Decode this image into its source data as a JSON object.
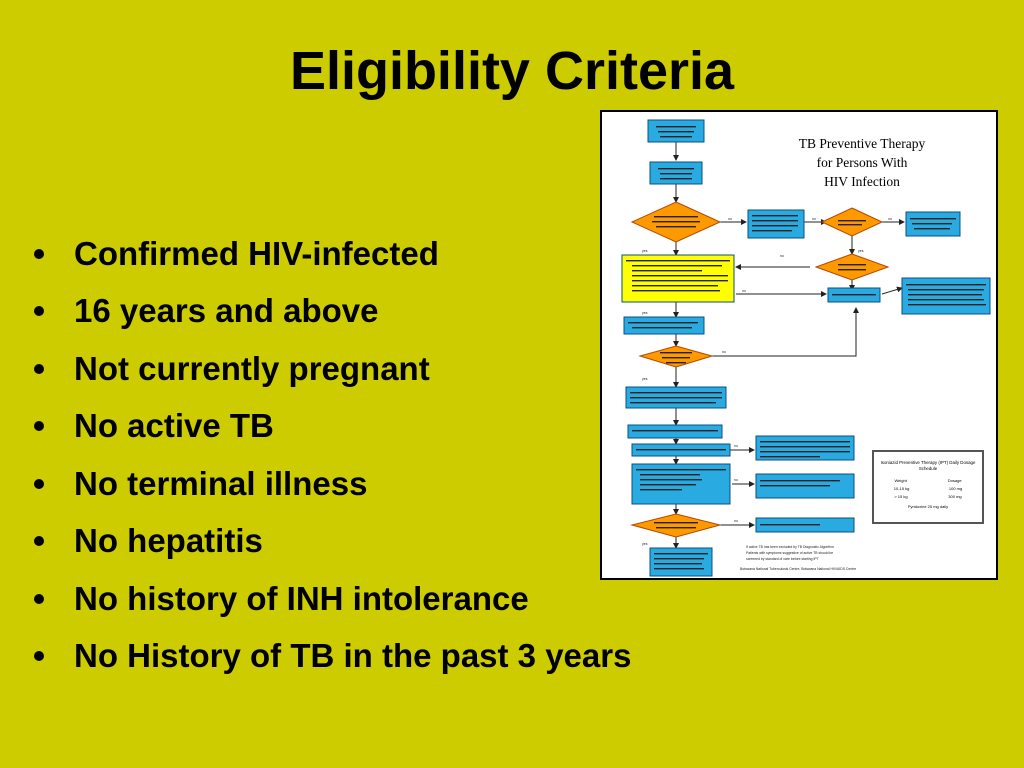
{
  "slide": {
    "title": "Eligibility Criteria",
    "bullets": [
      "Confirmed HIV-infected",
      "16 years and above",
      "Not currently pregnant",
      "No active TB",
      "No terminal illness",
      "No hepatitis",
      "No history of INH intolerance",
      "No History of TB in the past 3 years"
    ]
  },
  "flowchart": {
    "title_lines": [
      "TB Preventive Therapy",
      "for Persons With",
      "HIV Infection"
    ],
    "colors": {
      "process_fill": "#29abe2",
      "decision_fill": "#ff9900",
      "highlight_fill": "#ffff00",
      "arrow": "#222222"
    },
    "inset": {
      "title": "Isoniazid Preventive Therapy (IPT) Daily Dosage Schedule",
      "col_weight": "Weight",
      "col_dosage": "Dosage",
      "rows": [
        {
          "weight": "10-15 kg",
          "dosage": "100 mg"
        },
        {
          "weight": "> 15 kg",
          "dosage": "300 mg"
        }
      ],
      "pyridoxine": "Pyridoxine 25 mg daily"
    },
    "footnotes": [
      "If active TB has been excluded by TB Diagnostic Algorithm",
      "Patients with symptoms suggestive of active TB should be",
      "screened by standard of care before starting IPT"
    ],
    "footer": "Botswana National Tuberculosis Centre, Botswana National HIV/AIDS Centre"
  }
}
